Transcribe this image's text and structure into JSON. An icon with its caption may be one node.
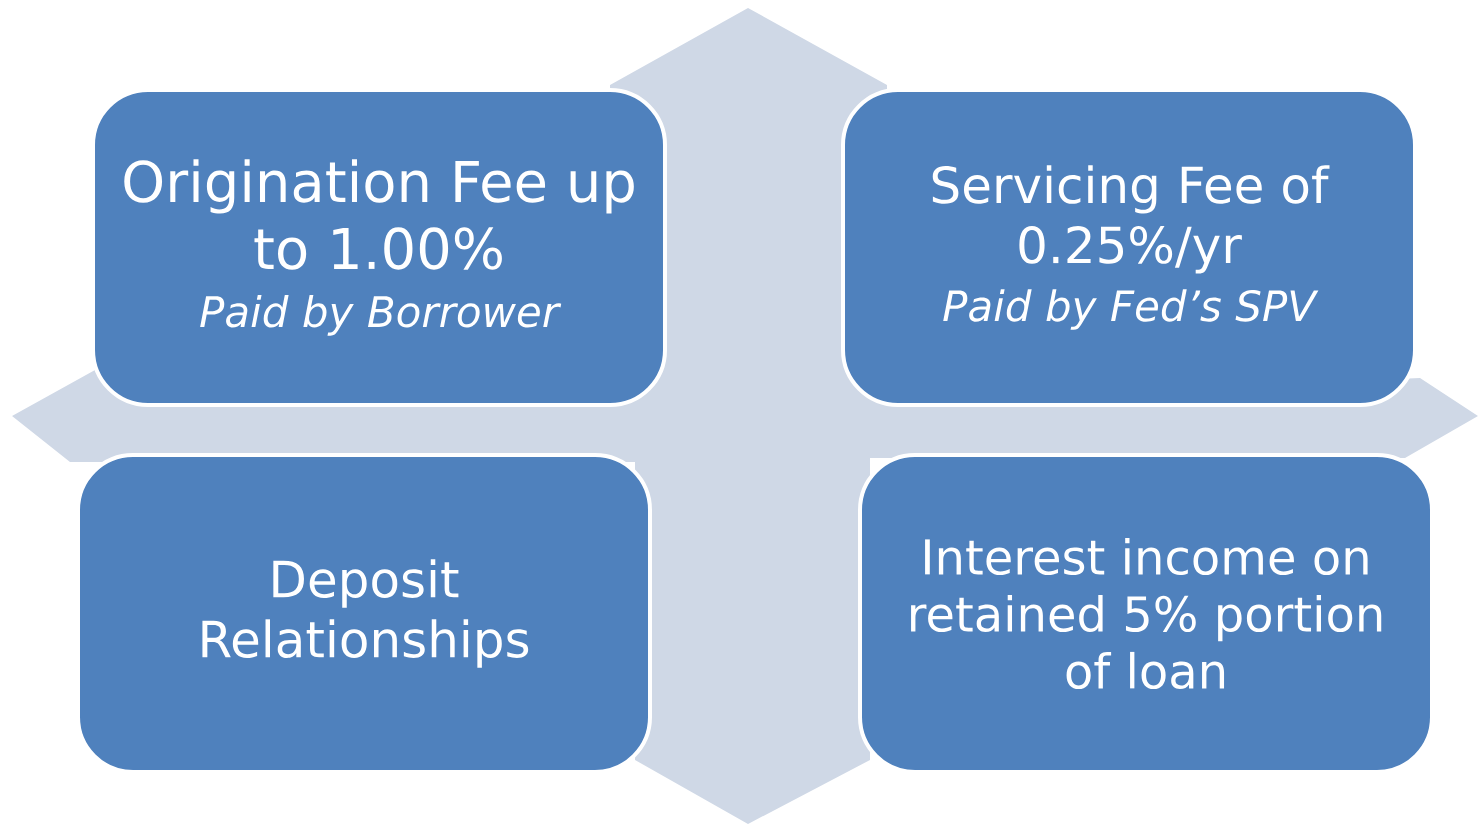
{
  "diagram": {
    "nodes": [
      {
        "text": [
          "Origination Fee up to 1.00%",
          "Paid by Borrower"
        ]
      },
      {
        "text": [
          "Servicing Fee of 0.25%/yr",
          "Paid by Fed’s SPV"
        ]
      },
      {
        "text": [
          "Deposit Relationships"
        ]
      },
      {
        "text": [
          "Interest income on retained 5% portion of loan"
        ]
      }
    ]
  }
}
